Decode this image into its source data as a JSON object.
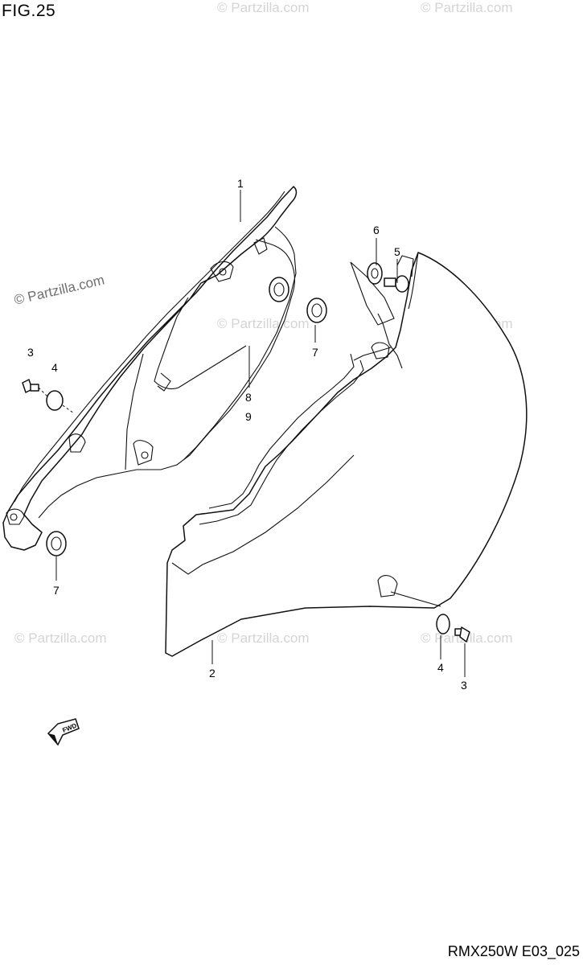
{
  "figure": {
    "title": "FIG.25",
    "code": "RMX250W E03_025"
  },
  "watermark": "© Partzilla.com",
  "fwd_label": "FWD",
  "callouts": {
    "p1": "1",
    "p2": "2",
    "p3_left": "3",
    "p3_right": "3",
    "p4_left": "4",
    "p4_right": "4",
    "p5": "5",
    "p6": "6",
    "p7_right": "7",
    "p7_left": "7",
    "p8": "8",
    "p9": "9"
  }
}
